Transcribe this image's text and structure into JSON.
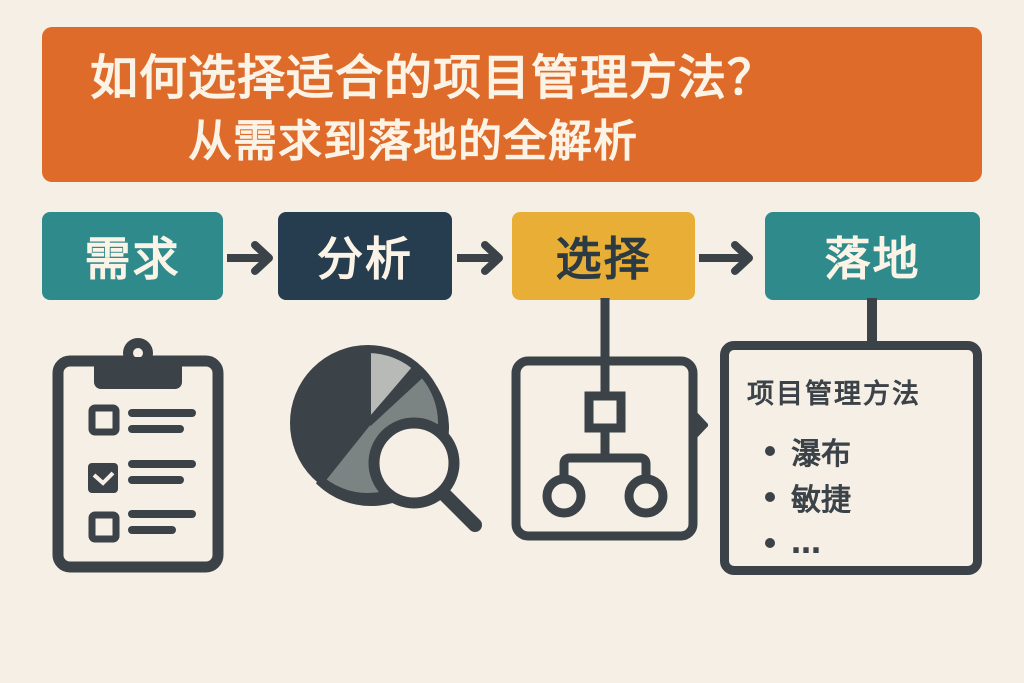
{
  "title": {
    "line1": "如何选择适合的项目管理方法？",
    "line2": "从需求到落地的全解析"
  },
  "steps": [
    {
      "label": "需求",
      "icon": "clipboard-checklist-icon",
      "color": "#2f8a8c"
    },
    {
      "label": "分析",
      "icon": "pie-chart-magnifier-icon",
      "color": "#263d4f"
    },
    {
      "label": "选择",
      "icon": "hierarchy-tree-icon",
      "color": "#e9ae36"
    },
    {
      "label": "落地",
      "icon": "method-list-box",
      "color": "#2f8a8c"
    }
  ],
  "result_box": {
    "title": "项目管理方法",
    "items": [
      "瀑布",
      "敏捷",
      "…"
    ]
  },
  "colors": {
    "background": "#f6efe5",
    "banner": "#de6b2a",
    "banner_text": "#fbf3e6",
    "dark_stroke": "#3b4248",
    "teal": "#2f8a8c",
    "navy": "#263d4f",
    "amber": "#e9ae36"
  }
}
